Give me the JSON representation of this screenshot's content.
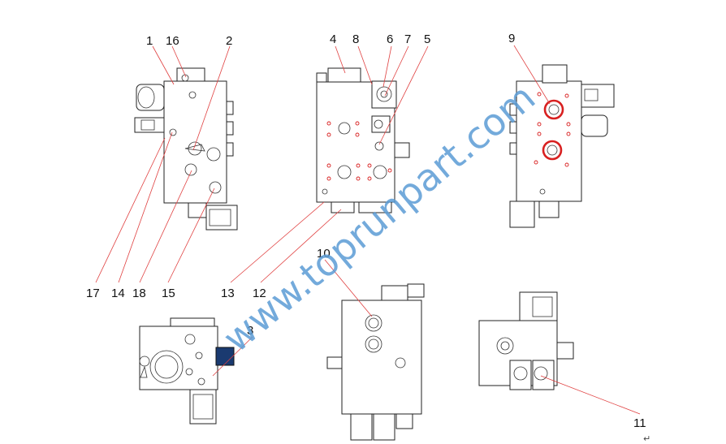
{
  "watermark": "www.toprunpart.com",
  "paragraph_mark": "↵",
  "callouts": {
    "c1": "1",
    "c16": "16",
    "c2": "2",
    "c4": "4",
    "c8": "8",
    "c6": "6",
    "c7": "7",
    "c5": "5",
    "c9": "9",
    "c17": "17",
    "c14": "14",
    "c18": "18",
    "c15": "15",
    "c13": "13",
    "c12": "12",
    "c10": "10",
    "c3": "3",
    "c11": "11"
  },
  "colors": {
    "leader": "#e04040",
    "highlight_port": "#d82020",
    "watermark": "#5b9bd5",
    "outline": "#222222"
  }
}
